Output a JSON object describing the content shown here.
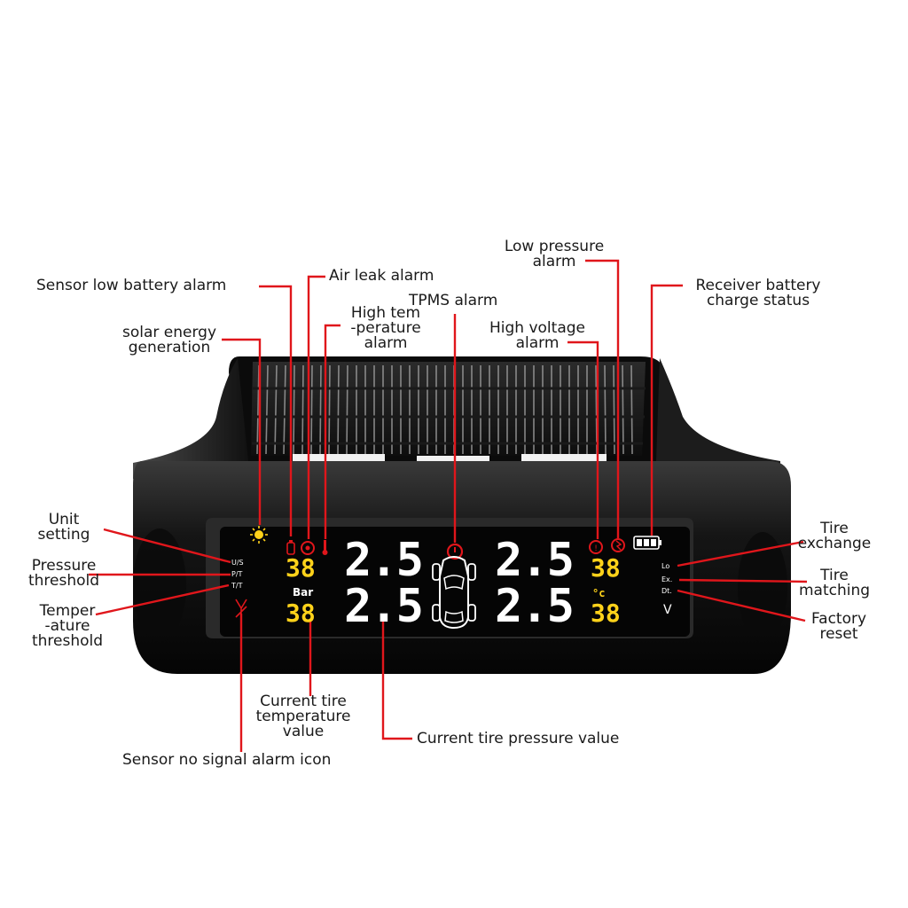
{
  "labels": {
    "sensor_low_battery": "Sensor low battery alarm",
    "air_leak": "Air leak alarm",
    "low_pressure_1": "Low pressure",
    "low_pressure_2": "alarm",
    "receiver_battery_1": "Receiver battery",
    "receiver_battery_2": "charge status",
    "tpms": "TPMS alarm",
    "high_temp_1": "High tem",
    "high_temp_2": "-perature",
    "high_temp_3": "alarm",
    "high_voltage_1": "High voltage",
    "high_voltage_2": "alarm",
    "solar_1": "solar energy",
    "solar_2": "generation",
    "unit_1": "Unit",
    "unit_2": "setting",
    "pressure_thr_1": "Pressure",
    "pressure_thr_2": "threshold",
    "temp_thr_1": "Temper",
    "temp_thr_2": "-ature",
    "temp_thr_3": "threshold",
    "tire_exchange_1": "Tire",
    "tire_exchange_2": "exchange",
    "tire_matching_1": "Tire",
    "tire_matching_2": "matching",
    "factory_reset_1": "Factory",
    "factory_reset_2": "reset",
    "temp_value_1": "Current tire",
    "temp_value_2": "temperature",
    "temp_value_3": "value",
    "pressure_value": "Current tire pressure value",
    "no_signal": "Sensor no signal alarm icon"
  },
  "display": {
    "pressure_fl": "2.5",
    "pressure_fr": "2.5",
    "pressure_rl": "2.5",
    "pressure_rr": "2.5",
    "temp_fl": "38",
    "temp_fr": "38",
    "temp_rl": "38",
    "temp_rr": "38",
    "unit_bar": "Bar",
    "unit_celsius": "°c",
    "unit_volt": "V",
    "menu_us": "U/S",
    "menu_pt": "P/T",
    "menu_tt": "T/T",
    "menu_lo": "Lo",
    "menu_ex": "Ex.",
    "menu_dt": "Dt."
  },
  "colors": {
    "leader_line": "#e0161b",
    "display_digits": "#ffffff",
    "temperature_digits": "#ffd21a",
    "alarm_icons": "#e0161b",
    "device_body": "#111111"
  }
}
